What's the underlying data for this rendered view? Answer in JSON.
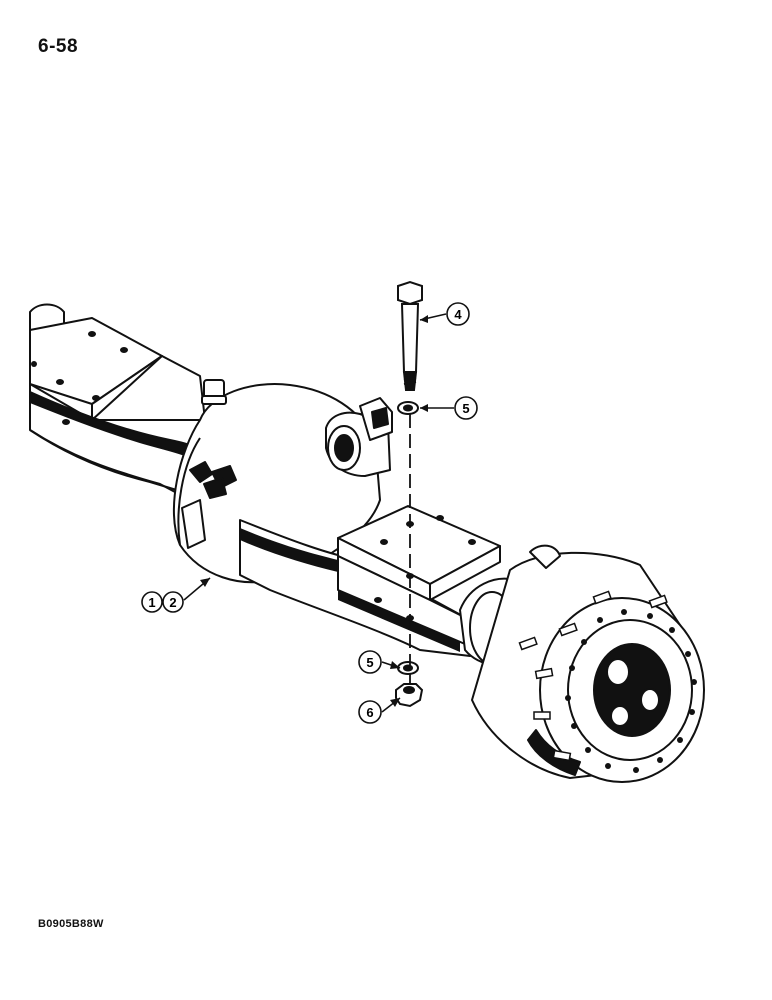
{
  "page": {
    "number": "6-58",
    "figure_code": "B0905B88W"
  },
  "callouts": [
    {
      "id": "callout-1",
      "label": "1"
    },
    {
      "id": "callout-2",
      "label": "2"
    },
    {
      "id": "callout-4",
      "label": "4"
    },
    {
      "id": "callout-5-top",
      "label": "5"
    },
    {
      "id": "callout-5-bottom",
      "label": "5"
    },
    {
      "id": "callout-6",
      "label": "6"
    }
  ],
  "colors": {
    "ink": "#111111",
    "paper": "#ffffff"
  }
}
